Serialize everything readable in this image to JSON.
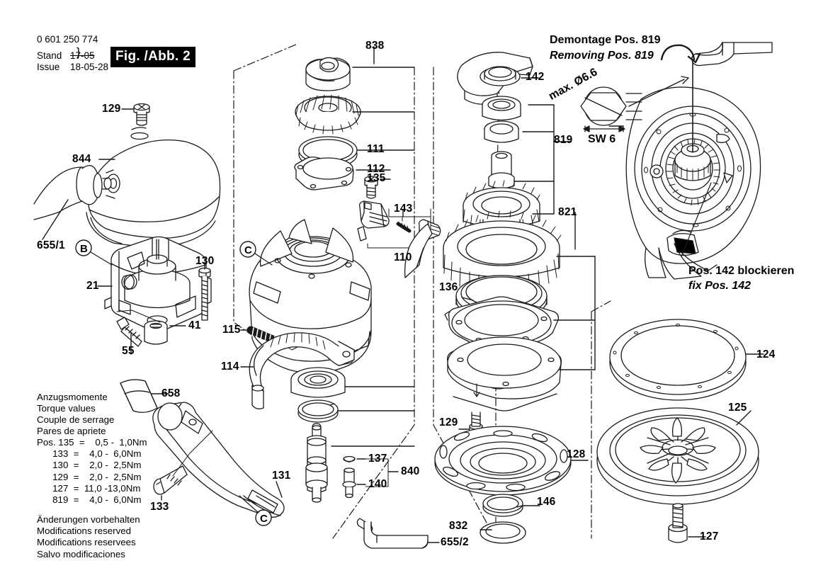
{
  "document": {
    "part_number": "0 601 250 774",
    "stand_label": "Stand",
    "issue_label": "Issue",
    "stand_date": "17-05",
    "issue_date": "18-05-28",
    "figure_tag": "Fig. /Abb. 2"
  },
  "torque": {
    "title_de": "Anzugsmomente",
    "title_en": "Torque values",
    "title_fr": "Couple de serrage",
    "title_es": "Pares de apriete",
    "rows": [
      {
        "pos": "Pos. 135",
        "eq": "=",
        "value": "0,5 -  1,0Nm"
      },
      {
        "pos": "133",
        "eq": "=",
        "value": "4,0 -  6,0Nm"
      },
      {
        "pos": "130",
        "eq": "=",
        "value": "2,0 -  2,5Nm"
      },
      {
        "pos": "129",
        "eq": "=",
        "value": "2,0 -  2,5Nm"
      },
      {
        "pos": "127",
        "eq": "=",
        "value": "11,0 -13,0Nm"
      },
      {
        "pos": "819",
        "eq": "=",
        "value": "4,0 -  6,0Nm"
      }
    ],
    "block_text": "Pos. 135  =    0,5 -  1,0Nm\n      133  =    4,0 -  6,0Nm\n      130  =    2,0 -  2,5Nm\n      129  =    2,0 -  2,5Nm\n      127  =  11,0 -13,0Nm\n      819  =    4,0 -  6,0Nm"
  },
  "disclaimer": {
    "de": "Änderungen vorbehalten",
    "en": "Modifications reserved",
    "fr": "Modifications reservees",
    "es": "Salvo modificaciones",
    "block_text": "Änderungen vorbehalten\nModifications reserved\nModifications reservees\nSalvo modificaciones"
  },
  "detail_panel": {
    "title_de": "Demontage Pos. 819",
    "title_en": "Removing Pos. 819",
    "max_diameter": "max. Ø6.6",
    "wrench_size": "SW 6",
    "caption_de": "Pos. 142 blockieren",
    "caption_en": "fix Pos. 142"
  },
  "callouts": {
    "c129_top": "129",
    "c844": "844",
    "c655_1": "655/1",
    "c21": "21",
    "c130": "130",
    "c41": "41",
    "c55": "55",
    "c658": "658",
    "c133": "133",
    "c131": "131",
    "c838": "838",
    "c111": "111",
    "c112": "112",
    "c135": "135",
    "c143": "143",
    "c110": "110",
    "c115": "115",
    "c114": "114",
    "c137": "137",
    "c140": "140",
    "c840": "840",
    "c655_2": "655/2",
    "c142": "142",
    "c819": "819",
    "c821": "821",
    "c136": "136",
    "c129_bot": "129",
    "c128": "128",
    "c146": "146",
    "c832": "832",
    "c124": "124",
    "c125": "125",
    "c127": "127",
    "mark_b": "B",
    "mark_c_left": "C",
    "mark_c_bottom": "C"
  },
  "colors": {
    "line": "#1a1a1a",
    "fill": "#ffffff",
    "background": "#ffffff",
    "tag_bg": "#000000",
    "tag_fg": "#ffffff"
  }
}
